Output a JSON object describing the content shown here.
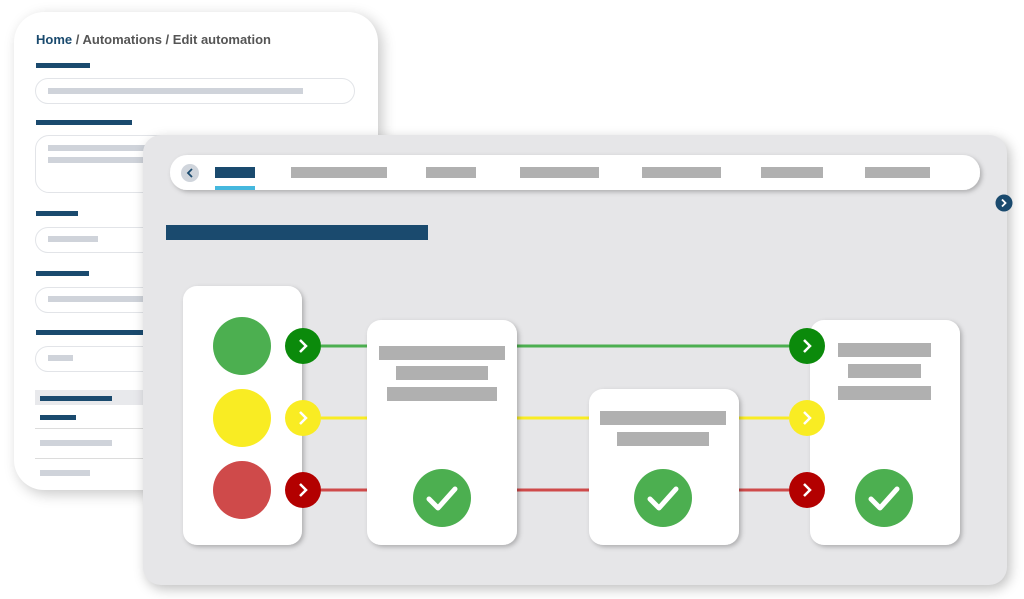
{
  "breadcrumb": {
    "home": "Home",
    "sep1": " / ",
    "automations": "Automations",
    "sep2": " / ",
    "current": "Edit automation"
  },
  "colors": {
    "primary": "#1a4a6e",
    "active_tab_underline": "#45b8de",
    "green": "#4caf50",
    "green_dark": "#0b8a0b",
    "yellow": "#f9ec23",
    "red": "#cf4a4a",
    "red_dark": "#b30000",
    "placeholder": "#b0b0b0"
  },
  "icons": {
    "back": "chevron-left-icon",
    "forward": "chevron-right-icon",
    "step_arrow": "chevron-right-icon",
    "done": "check-icon"
  },
  "flow": {
    "statuses": [
      "success",
      "warning",
      "error"
    ],
    "cards": [
      {
        "type": "status-source"
      },
      {
        "type": "step",
        "complete": true
      },
      {
        "type": "step",
        "complete": true
      },
      {
        "type": "step",
        "complete": true
      }
    ]
  }
}
